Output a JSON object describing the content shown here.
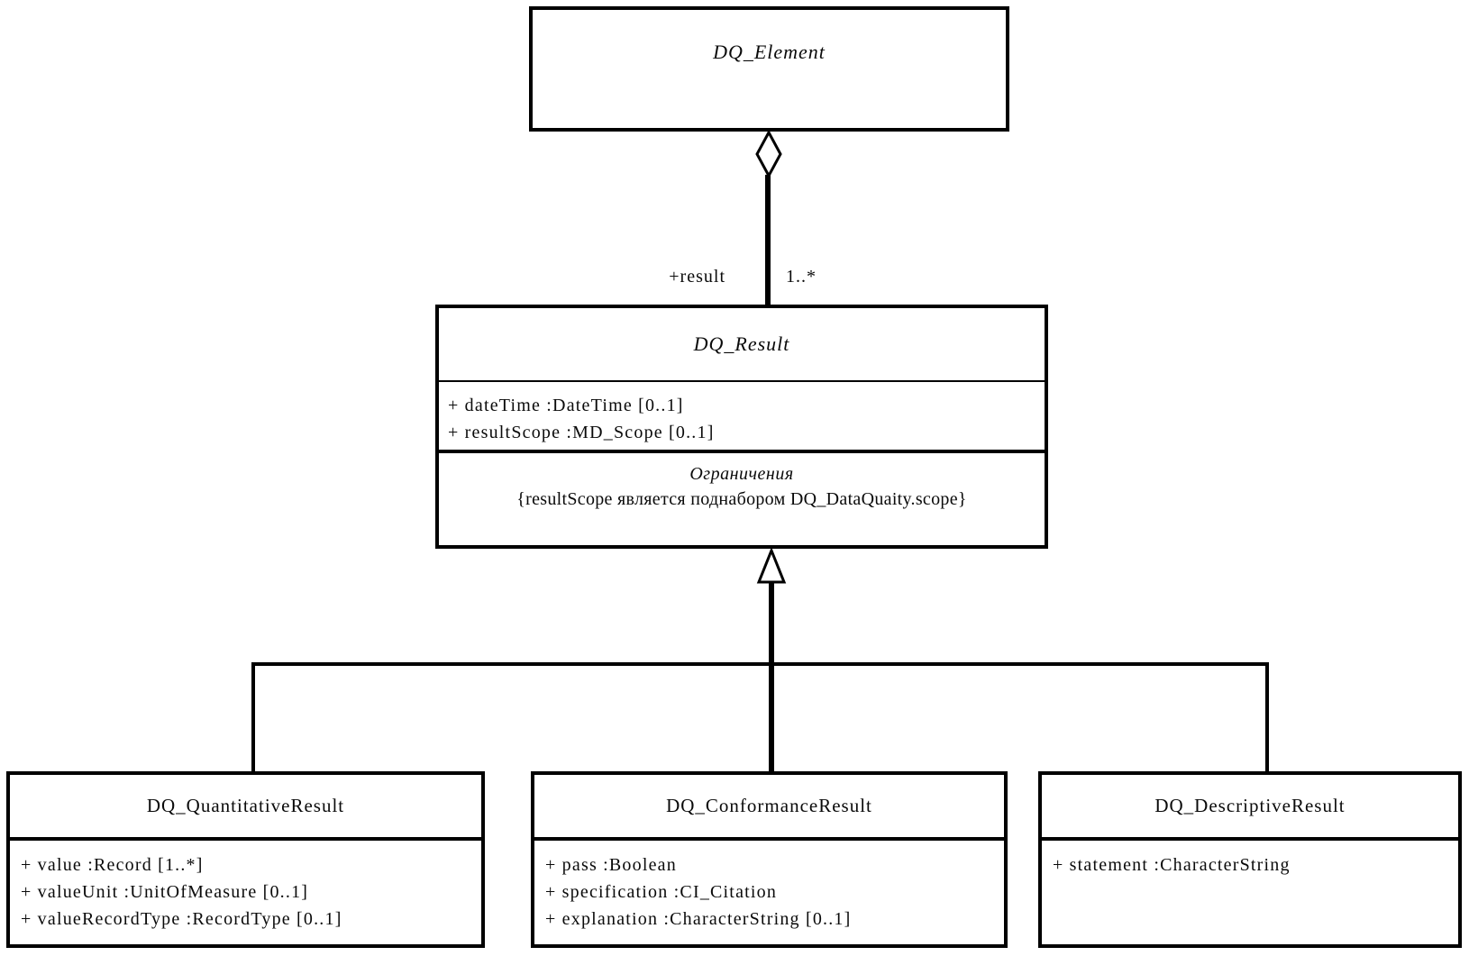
{
  "diagram_title": "UML class diagram: DQ_Result and subclasses",
  "colors": {
    "line": "#000000",
    "background": "#ffffff",
    "text": "#0a0a0a"
  },
  "association": {
    "role": "+result",
    "multiplicity": "1..*"
  },
  "classes": {
    "element": {
      "name": "DQ_Element"
    },
    "result": {
      "name": "DQ_Result",
      "attributes": [
        "+  dateTime  :DateTime [0..1]",
        "+  resultScope  :MD_Scope [0..1]"
      ],
      "constraints_title": "Ограничения",
      "constraint": "{resultScope является поднабором DQ_DataQuaity.scope}"
    },
    "subclasses": [
      {
        "name": "DQ_QuantitativeResult",
        "attributes": [
          "+  value  :Record [1..*]",
          "+  valueUnit  :UnitOfMeasure [0..1]",
          "+  valueRecordType  :RecordType [0..1]"
        ]
      },
      {
        "name": "DQ_ConformanceResult",
        "attributes": [
          "+  pass  :Boolean",
          "+  specification  :CI_Citation",
          "+  explanation  :CharacterString [0..1]"
        ]
      },
      {
        "name": "DQ_DescriptiveResult",
        "attributes": [
          "+  statement  :CharacterString"
        ]
      }
    ]
  }
}
